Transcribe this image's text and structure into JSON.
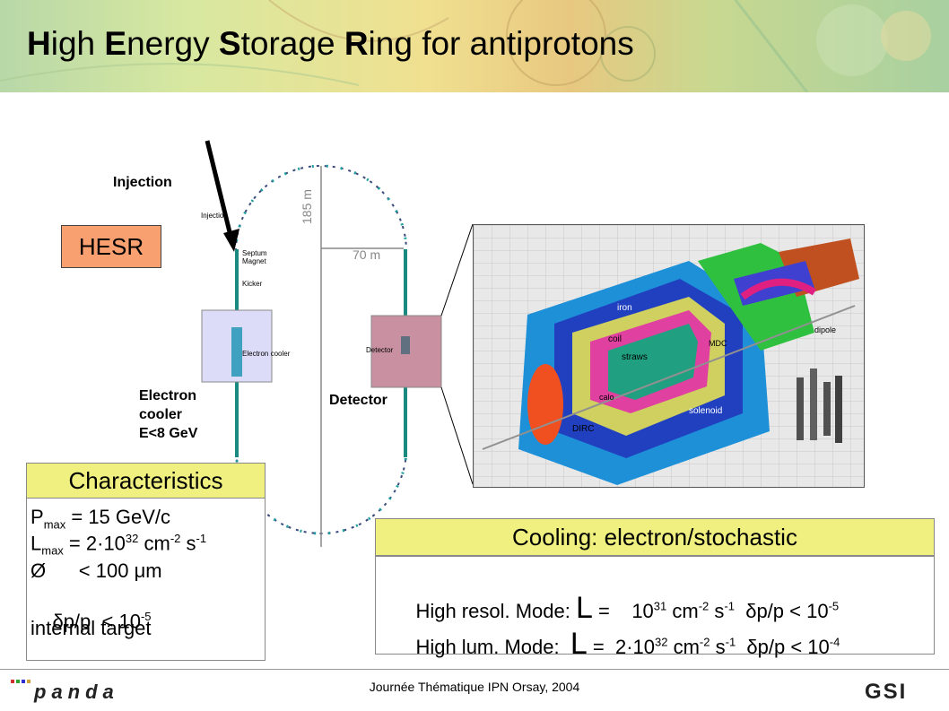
{
  "title": {
    "parts": [
      "H",
      "igh ",
      "E",
      "nergy ",
      "S",
      "torage ",
      "R",
      "ing for antiprotons"
    ]
  },
  "ring": {
    "injection_label": "Injection",
    "length_label": "185 m",
    "width_label": "70 m",
    "hesr_label": "HESR",
    "small_injection": "Injection",
    "small_septum": "Septum\nMagnet",
    "small_kicker": "Kicker",
    "small_electron_cooler": "Electron cooler",
    "small_detector": "Detector",
    "electron_cooler_label": [
      "Electron",
      "cooler",
      "E<8 GeV"
    ],
    "detector_label": "Detector"
  },
  "detector_photo": {
    "labels": [
      "iron",
      "coil",
      "straws",
      "MDC",
      "DIRC",
      "calo",
      "solenoid",
      "dipole"
    ]
  },
  "characteristics": {
    "title": "Characteristics",
    "lines": {
      "pmax_pre": "P",
      "pmax_sub": "max",
      "pmax_val": " = 15 GeV/c",
      "lmax_pre": "L",
      "lmax_sub": "max",
      "lmax_val1": "  = 2·10",
      "lmax_exp1": "32",
      "lmax_val2": " cm",
      "lmax_exp2": "-2",
      "lmax_val3": " s",
      "lmax_exp3": "-1",
      "diam": "Ø      < 100 μm",
      "dp_pre": "δp/p  < 10",
      "dp_exp": "-5",
      "target": "internal target"
    }
  },
  "cooling": {
    "title": "Cooling: electron/stochastic",
    "row1": {
      "mode": "High resol. Mode: ",
      "L": "L",
      "eq": " =    10",
      "exp1": "31",
      "unit1": " cm",
      "exp2": "-2",
      "unit2": " s",
      "exp3": "-1",
      "dp": "  δp/p < 10",
      "exp4": "-5"
    },
    "row2": {
      "mode": "High lum. Mode:  ",
      "L": "L",
      "eq": " =  2·10",
      "exp1": "32",
      "unit1": " cm",
      "exp2": "-2",
      "unit2": " s",
      "exp3": "-1",
      "dp": "  δp/p < 10",
      "exp4": "-4"
    }
  },
  "footer": {
    "text": "Journée Thématique IPN Orsay, 2004",
    "logo_left": "panda",
    "logo_right": "GSI"
  },
  "colors": {
    "hesr_box": "#f9a070",
    "title_band": "#f0f080",
    "ring_track": "#1a8a80",
    "cooler_box": "#dcdcf8",
    "detector_box": "#c890a0"
  }
}
